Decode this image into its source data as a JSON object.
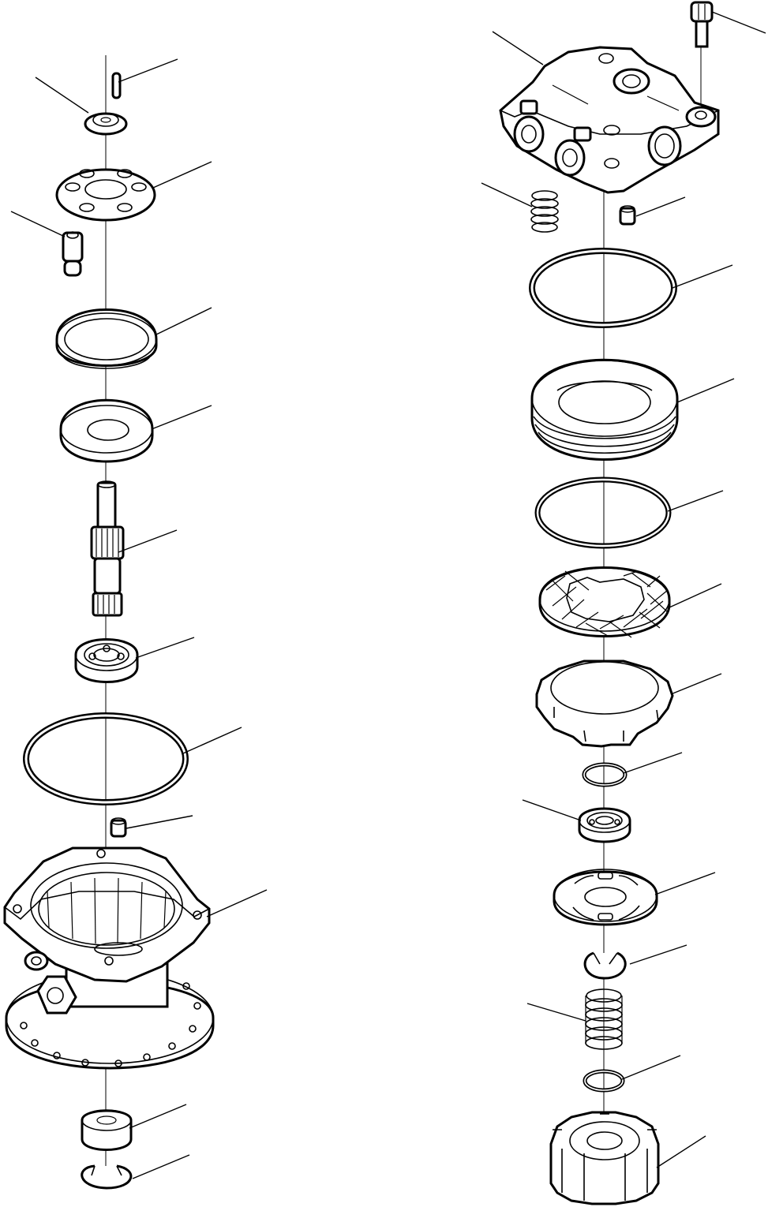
{
  "diagram": {
    "type": "exploded-parts-view",
    "callout_labels": [],
    "left_column": [
      "pin",
      "retainer",
      "valve-plate",
      "check-valve",
      "seal-ring",
      "thrust-washer",
      "splined-shaft",
      "ball-bearing",
      "o-ring",
      "dowel-pin",
      "housing-flange",
      "bushing",
      "snap-ring"
    ],
    "right_column": [
      "bolt",
      "cover-head",
      "spring",
      "dowel-pin",
      "o-ring-large",
      "seal-holder",
      "o-ring",
      "friction-disc",
      "separator-plate",
      "small-o-ring",
      "ball-bearing",
      "valve-plate",
      "snap-ring",
      "coil-spring",
      "small-o-ring",
      "drive-nut"
    ]
  }
}
